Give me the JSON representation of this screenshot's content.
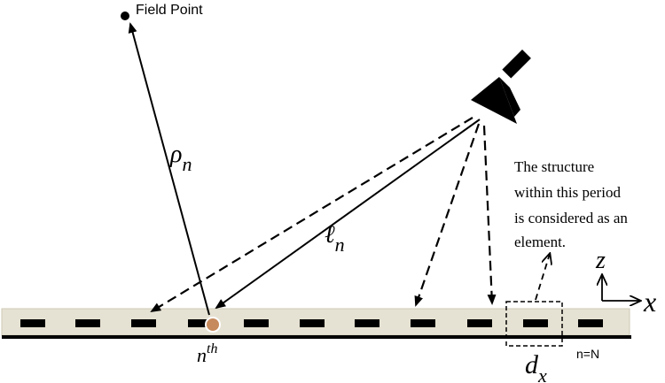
{
  "labels": {
    "field_point": "Field Point",
    "rho_n": "ρ",
    "rho_sub": "n",
    "ell_n": "ℓ",
    "ell_sub": "n",
    "nth": "n",
    "nth_sup": "th",
    "n_equals_N": "n=N",
    "d_x": "d",
    "d_x_sub": "x",
    "axis_z": "z",
    "axis_x": "x",
    "note_line1": "The structure",
    "note_line2": "within this period",
    "note_line3": "is considered as an",
    "note_line4": "element."
  },
  "colors": {
    "strip_fill": "#e6e2d3",
    "strip_border": "#cdc8b6",
    "ground": "#000000",
    "element": "#000000",
    "nth_dot": "#c68a5c",
    "ink": "#000000"
  },
  "icons": {
    "source": "horn-antenna-icon",
    "field_point": "dot-icon"
  }
}
